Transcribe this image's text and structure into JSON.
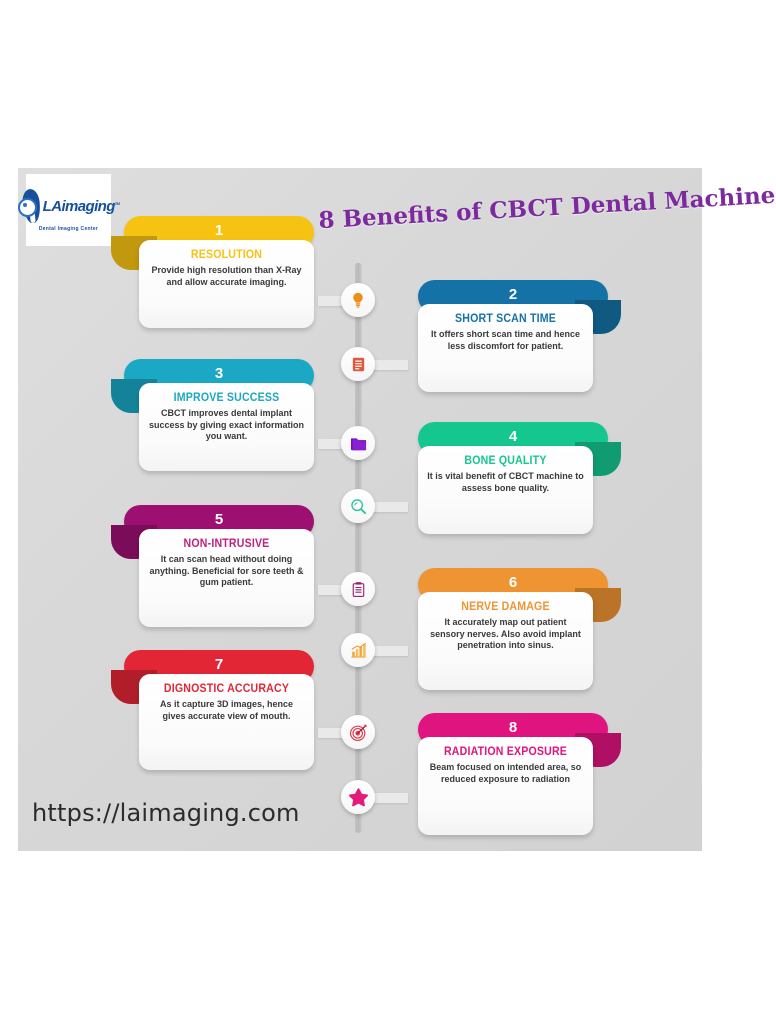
{
  "page": {
    "background": "#ffffff"
  },
  "infographic": {
    "background": "#d8d8d8",
    "title": "8 Benefits of CBCT Dental Machine",
    "title_color": "#7d2a9e",
    "url": "https://laimaging.com",
    "logo": {
      "word_primary": "LA",
      "word_secondary": "imaging",
      "tagline": "Dental Imaging Center",
      "trademark": "TM",
      "color": "#1b4f9c"
    },
    "cards": [
      {
        "number": "1",
        "title": "RESOLUTION",
        "description": "Provide high resolution than X-Ray and allow accurate imaging.",
        "color": "#f7c312",
        "side": "left",
        "icon": "lightbulb-icon",
        "icon_color": "#ef8c1c"
      },
      {
        "number": "2",
        "title": "SHORT SCAN TIME",
        "description": "It offers short scan time and hence less discomfort for patient.",
        "color": "#1572a6",
        "side": "right",
        "icon": "document-list-icon",
        "icon_color": "#e2563b"
      },
      {
        "number": "3",
        "title": "IMPROVE SUCCESS",
        "description": "CBCT improves dental implant success by giving exact information you want.",
        "color": "#1aa8c4",
        "side": "left",
        "icon": "folder-icon",
        "icon_color": "#8a20cf"
      },
      {
        "number": "4",
        "title": "BONE QUALITY",
        "description": "It is vital benefit of CBCT machine to assess bone quality.",
        "color": "#15c78f",
        "side": "right",
        "icon": "magnifier-icon",
        "icon_color": "#23c49a"
      },
      {
        "number": "5",
        "title": "NON-INTRUSIVE",
        "description": "It can scan head without doing anything. Beneficial for sore teeth & gum patient.",
        "color": "#9e0f72",
        "side": "left",
        "icon": "clipboard-icon",
        "icon_color": "#9e2170"
      },
      {
        "number": "6",
        "title": "NERVE DAMAGE",
        "description": "It accurately map out patient sensory nerves. Also avoid implant penetration into sinus.",
        "color": "#ef9432",
        "side": "right",
        "icon": "bar-chart-icon",
        "icon_color": "#f0a93b"
      },
      {
        "number": "7",
        "title": "DIGNOSTIC ACCURACY",
        "description": "As it capture 3D images, hence gives accurate view of mouth.",
        "color": "#e32636",
        "side": "left",
        "icon": "target-icon",
        "icon_color": "#e03a4e"
      },
      {
        "number": "8",
        "title": "RADIATION EXPOSURE",
        "description": "Beam focused on intended area, so reduced exposure to radiation",
        "color": "#e0147f",
        "side": "right",
        "icon": "star-icon",
        "icon_color": "#e31b7b"
      }
    ]
  }
}
